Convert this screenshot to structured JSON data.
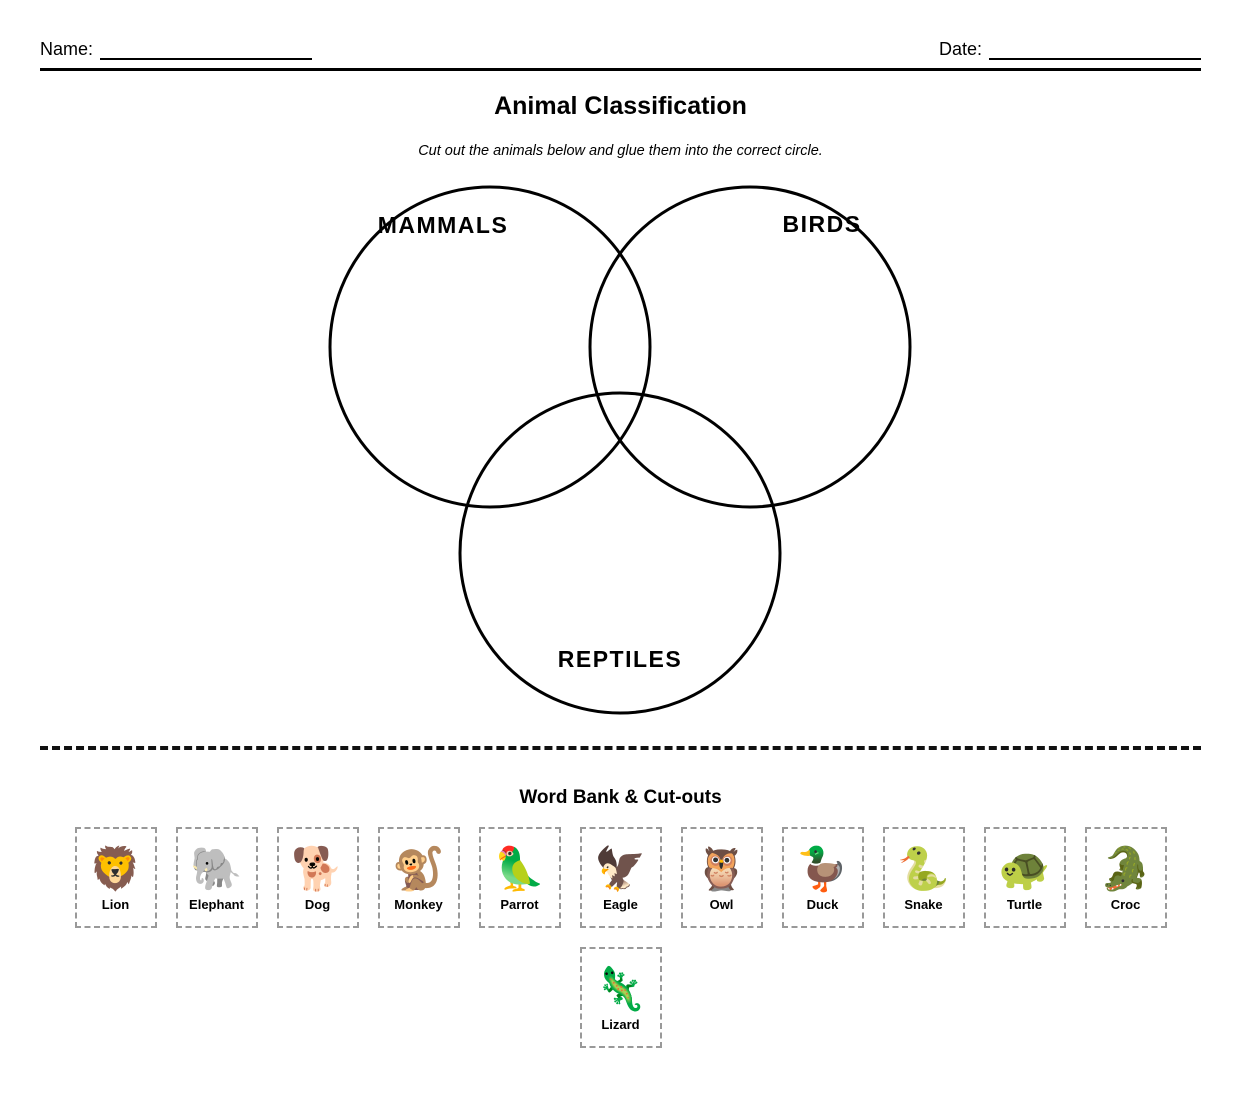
{
  "header": {
    "name_label": "Name:",
    "date_label": "Date:"
  },
  "title": "Animal Classification",
  "subtitle": "Cut out the animals below and glue them into the correct circle.",
  "venn": {
    "circles": [
      {
        "id": "mammals",
        "label": "MAMMALS"
      },
      {
        "id": "birds",
        "label": "BIRDS"
      },
      {
        "id": "reptiles",
        "label": "REPTILES"
      }
    ]
  },
  "word_bank": {
    "heading": "Word Bank & Cut-outs",
    "cards": [
      {
        "label": "Lion",
        "icon": "lion-emoji-icon",
        "glyph": "🦁"
      },
      {
        "label": "Elephant",
        "icon": "elephant-emoji-icon",
        "glyph": "🐘"
      },
      {
        "label": "Dog",
        "icon": "dog-emoji-icon",
        "glyph": "🐕"
      },
      {
        "label": "Monkey",
        "icon": "monkey-emoji-icon",
        "glyph": "🐒"
      },
      {
        "label": "Parrot",
        "icon": "parrot-emoji-icon",
        "glyph": "🦜"
      },
      {
        "label": "Eagle",
        "icon": "eagle-emoji-icon",
        "glyph": "🦅"
      },
      {
        "label": "Owl",
        "icon": "owl-emoji-icon",
        "glyph": "🦉"
      },
      {
        "label": "Duck",
        "icon": "duck-emoji-icon",
        "glyph": "🦆"
      },
      {
        "label": "Snake",
        "icon": "snake-emoji-icon",
        "glyph": "🐍"
      },
      {
        "label": "Turtle",
        "icon": "turtle-emoji-icon",
        "glyph": "🐢"
      },
      {
        "label": "Croc",
        "icon": "crocodile-emoji-icon",
        "glyph": "🐊"
      },
      {
        "label": "Lizard",
        "icon": "lizard-emoji-icon",
        "glyph": "🦎"
      }
    ]
  },
  "colors": {
    "ink": "#000000",
    "cut_line": "#111111",
    "card_border": "#999999",
    "background": "#ffffff"
  }
}
